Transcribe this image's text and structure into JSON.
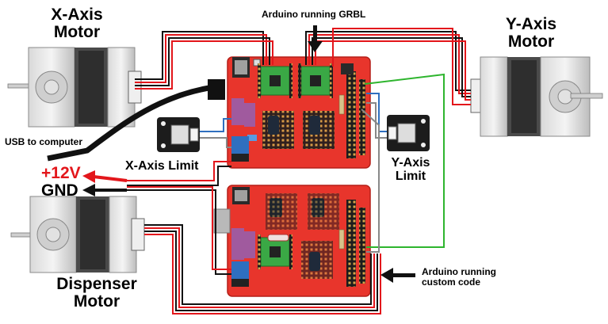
{
  "labels": {
    "x_axis_motor_line1": "X-Axis",
    "x_axis_motor_line2": "Motor",
    "y_axis_motor_line1": "Y-Axis",
    "y_axis_motor_line2": "Motor",
    "dispenser_motor_line1": "Dispenser",
    "dispenser_motor_line2": "Motor",
    "arduino_grbl": "Arduino running GRBL",
    "usb_to_computer": "USB to computer",
    "plus_12v": "+12V",
    "gnd": "GND",
    "x_axis_limit": "X-Axis Limit",
    "y_axis_limit_line1": "Y-Axis",
    "y_axis_limit_line2": "Limit",
    "arduino_custom_line1": "Arduino running",
    "arduino_custom_line2": "custom code"
  },
  "colors": {
    "board_red": "#e8352c",
    "driver_green": "#3aa845",
    "motor_gray": "#a9a9a9",
    "wire_red": "#e3161b",
    "wire_black": "#111111",
    "wire_blue": "#2f6fbf",
    "wire_green": "#2eb52e",
    "wire_gray": "#888888"
  }
}
